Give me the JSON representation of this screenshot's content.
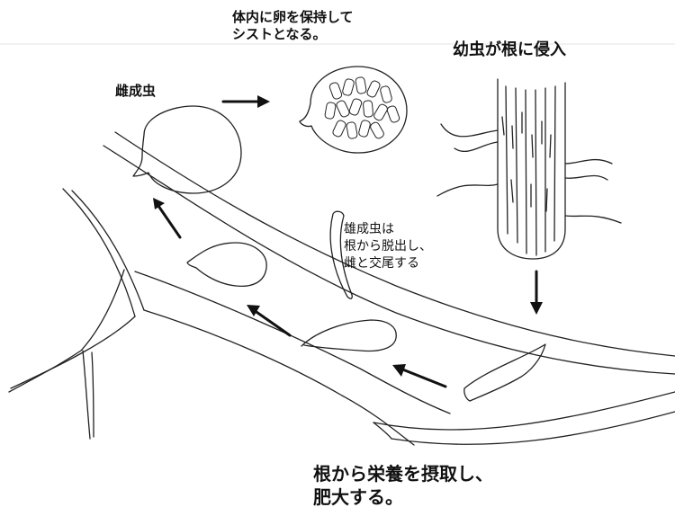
{
  "labels": {
    "cyst": "体内に卵を保持して\nシストとなる。",
    "juvenile_invades": "幼虫が根に侵入",
    "female_adult": "雌成虫",
    "male_adult": "雄成虫は\n根から脱出し、\n雌と交尾する",
    "feeding": "根から栄養を摂取し、\n肥大する。"
  }
}
